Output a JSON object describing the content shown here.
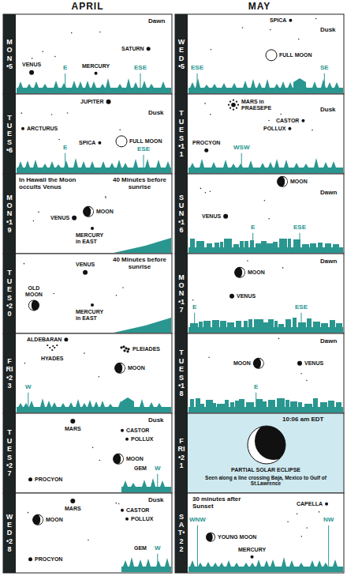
{
  "diagram": {
    "nodes": [
      {
        "text": [
          "MON•5",
          "Dawn",
          "SATURN",
          "MERCURY",
          "VENUS",
          "E",
          "ESE"
        ]
      },
      {
        "text": [
          "TUES•6",
          "JUPITER",
          "Dusk",
          "ARCTURUS",
          "SPICA",
          "FULL MOON",
          "E",
          "ESE"
        ]
      },
      {
        "text": [
          "MON•19",
          "In Hawaii the Moon occults Venus",
          "40 Minutes before sunrise",
          "MOON",
          "VENUS",
          "MERCURY in EAST"
        ]
      },
      {
        "text": [
          "TUES•20",
          "40 Minutes before sunrise",
          "VENUS",
          "OLD MOON",
          "MERCURY in EAST"
        ]
      },
      {
        "text": [
          "FRI•23",
          "ALDEBARAN",
          "HYADES",
          "PLEIADES",
          "MOON",
          "W"
        ]
      },
      {
        "text": [
          "TUES•27",
          "Dusk",
          "MARS",
          "CASTOR",
          "POLLUX",
          "MOON",
          "PROCYON",
          "GEM",
          "W"
        ]
      },
      {
        "text": [
          "WED•28",
          "Dusk",
          "MARS",
          "CASTOR",
          "POLLUX",
          "MOON",
          "PROCYON",
          "GEM",
          "W"
        ]
      },
      {
        "text": [
          "WED•5",
          "SPICA",
          "Dusk",
          "FULL MOON",
          "ESE",
          "SE"
        ]
      },
      {
        "text": [
          "TUES•11",
          "MARS in PRAESEPE",
          "Dusk",
          "CASTOR",
          "POLLUX",
          "PROCYON",
          "WSW"
        ]
      },
      {
        "text": [
          "SUN•16",
          "MOON",
          "Dawn",
          "VENUS",
          "E",
          "ESE"
        ]
      },
      {
        "text": [
          "MON•17",
          "Dawn",
          "MOON",
          "VENUS",
          "E",
          "ESE"
        ]
      },
      {
        "text": [
          "TUES•18",
          "Dawn",
          "MOON",
          "VENUS",
          "E"
        ]
      },
      {
        "text": [
          "FRI•21",
          "10:06 am EDT",
          "PARTIAL SOLAR ECLIPSE",
          "Seen along a line crossing Baja, Mexico to Gulf of St.Lawrence"
        ]
      },
      {
        "text": [
          "SAT•22",
          "30 minutes after Sunset",
          "CAPELLA",
          "YOUNG MOON",
          "MERCURY",
          "WNW",
          "NW"
        ]
      }
    ],
    "labels": [
      "APRIL",
      "MAY"
    ]
  }
}
